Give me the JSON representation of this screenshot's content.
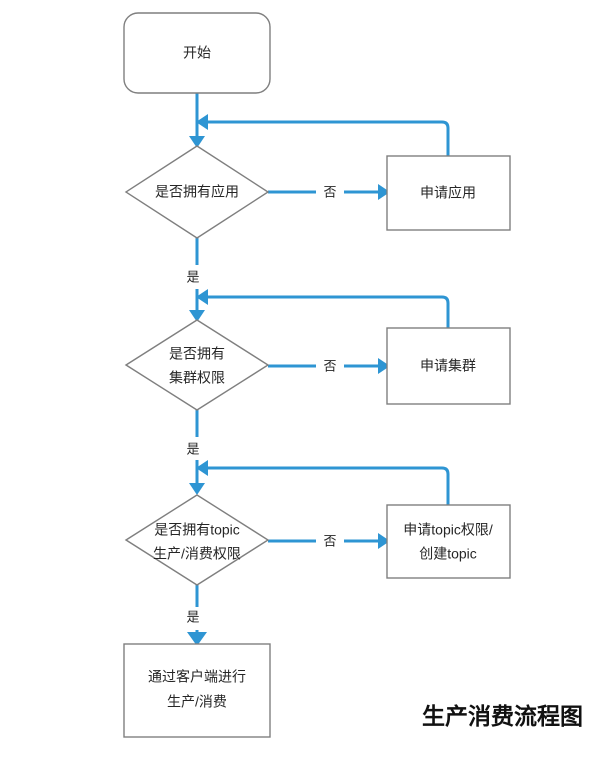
{
  "diagram": {
    "caption": "生产消费流程图",
    "colors": {
      "edge": "#2e95d3",
      "node_border": "#7f7f7f",
      "node_fill": "#ffffff",
      "text": "#262626",
      "background": "#ffffff"
    },
    "nodes": [
      {
        "id": "start",
        "type": "terminator",
        "label": "开始"
      },
      {
        "id": "has-app",
        "type": "decision",
        "label_line1": "是否拥有应用",
        "label_line2": ""
      },
      {
        "id": "apply-app",
        "type": "process",
        "label_line1": "申请应用",
        "label_line2": ""
      },
      {
        "id": "has-cluster",
        "type": "decision",
        "label_line1": "是否拥有",
        "label_line2": "集群权限"
      },
      {
        "id": "apply-cluster",
        "type": "process",
        "label_line1": "申请集群",
        "label_line2": ""
      },
      {
        "id": "has-topic",
        "type": "decision",
        "label_line1": "是否拥有topic",
        "label_line2": "生产/消费权限"
      },
      {
        "id": "apply-topic",
        "type": "process",
        "label_line1": "申请topic权限/",
        "label_line2": "创建topic"
      },
      {
        "id": "use-client",
        "type": "process",
        "label_line1": "通过客户端进行",
        "label_line2": "生产/消费"
      }
    ],
    "edge_labels": {
      "no_1": "否",
      "no_2": "否",
      "no_3": "否",
      "yes_1": "是",
      "yes_2": "是",
      "yes_3": "是"
    }
  }
}
